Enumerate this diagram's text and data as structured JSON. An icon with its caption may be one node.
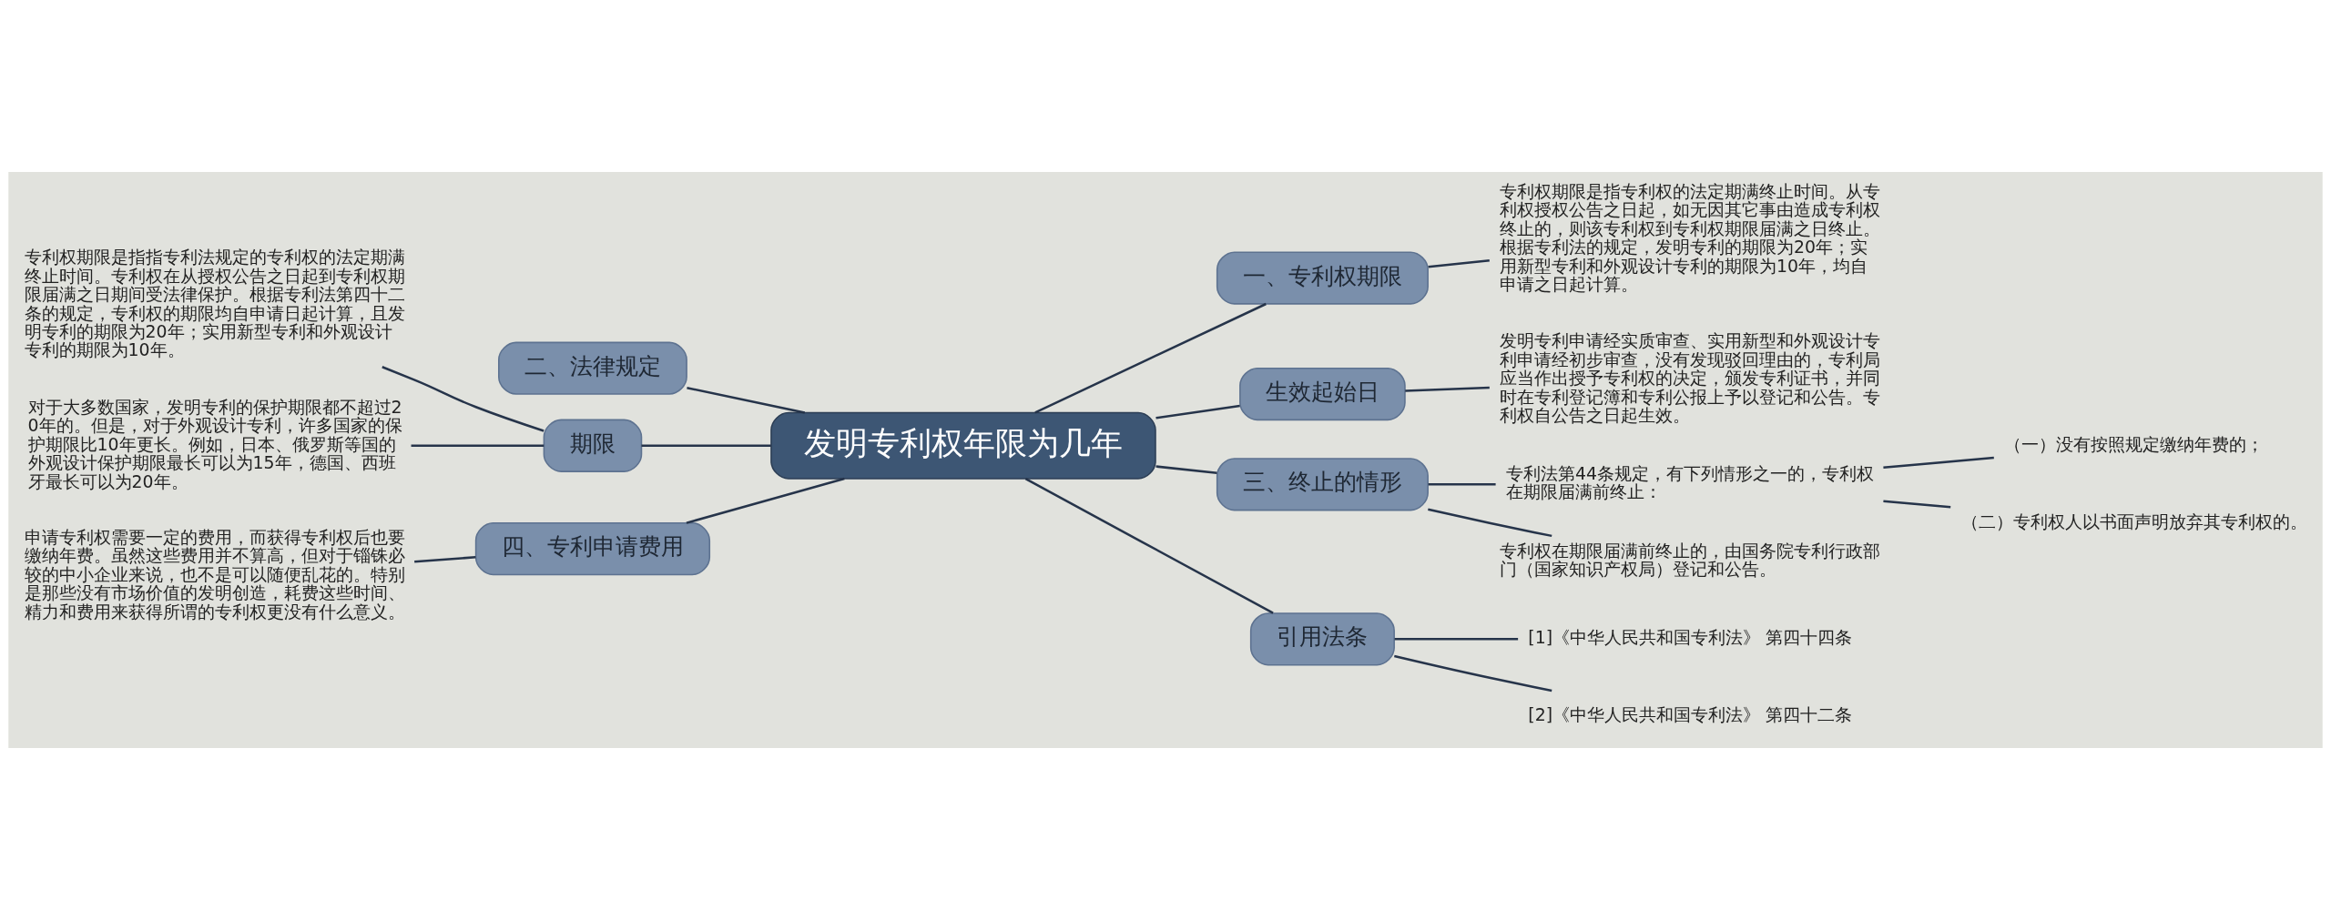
{
  "diagram": {
    "nodes": [
      {
        "text": [
          "发明专利权年限为几年"
        ]
      },
      {
        "text": [
          "一、专利权期限"
        ]
      },
      {
        "text": [
          "专利权期限是指专利权的法定期满终止时间。从专利权授权公告之日起，如无因其它事由造成专利权终止的，则该专利权到专利权期限届满之日终止。根据专利法的规定，发明专利的期限为20年；实用新型专利和外观设计专利的期限为10年，均自申请之日起计算。"
        ]
      },
      {
        "text": [
          "生效起始日"
        ]
      },
      {
        "text": [
          "发明专利申请经实质审查、实用新型和外观设计专利申请经初步审查，没有发现驳回理由的，专利局应当作出授予专利权的决定，颁发专利证书，并同时在专利登记簿和专利公报上予以登记和公告。专利权自公告之日起生效。"
        ]
      },
      {
        "text": [
          "三、终止的情形"
        ]
      },
      {
        "text": [
          "专利法第44条规定，有下列情形之一的，专利权在期限届满前终止："
        ]
      },
      {
        "text": [
          "（一）没有按照规定缴纳年费的；"
        ]
      },
      {
        "text": [
          "（二）专利权人以书面声明放弃其专利权的。"
        ]
      },
      {
        "text": [
          "专利权在期限届满前终止的，由国务院专利行政部门（国家知识产权局）登记和公告。"
        ]
      },
      {
        "text": [
          "引用法条"
        ]
      },
      {
        "text": [
          "[1]《中华人民共和国专利法》 第四十四条"
        ]
      },
      {
        "text": [
          "[2]《中华人民共和国专利法》 第四十二条"
        ]
      },
      {
        "text": [
          "二、法律规定"
        ]
      },
      {
        "text": [
          "期限"
        ]
      },
      {
        "text": [
          "专利权期限是指指专利法规定的专利权的法定期满终止时间。专利权在从授权公告之日起到专利权期限届满之日期间受法律保护。根据专利法第四十二条的规定，专利权的期限均自申请日起计算，且发明专利的期限为20年；实用新型专利和外观设计专利的期限为10年。"
        ]
      },
      {
        "text": [
          "对于大多数国家，发明专利的保护期限都不超过20年的。但是，对于外观设计专利，许多国家的保护期限比10年更长。例如，日本、俄罗斯等国的外观设计保护期限最长可以为15年，德国、西班牙最长可以为20年。"
        ]
      },
      {
        "text": [
          "四、专利申请费用"
        ]
      },
      {
        "text": [
          "申请专利权需要一定的费用，而获得专利权后也要缴纳年费。虽然这些费用并不算高，但对于锱铢必较的中小企业来说，也不是可以随便乱花的。特别是那些没有市场价值的发明创造，耗费这些时间、精力和费用来获得所谓的专利权更没有什么意义。"
        ]
      }
    ],
    "edges": [
      {
        "from": 0,
        "to": 1,
        "arrow": "none"
      },
      {
        "from": 1,
        "to": 2,
        "arrow": "none"
      },
      {
        "from": 0,
        "to": 3,
        "arrow": "none"
      },
      {
        "from": 3,
        "to": 4,
        "arrow": "none"
      },
      {
        "from": 0,
        "to": 5,
        "arrow": "none"
      },
      {
        "from": 5,
        "to": 6,
        "arrow": "none"
      },
      {
        "from": 6,
        "to": 7,
        "arrow": "none"
      },
      {
        "from": 6,
        "to": 8,
        "arrow": "none"
      },
      {
        "from": 5,
        "to": 9,
        "arrow": "none"
      },
      {
        "from": 0,
        "to": 10,
        "arrow": "none"
      },
      {
        "from": 10,
        "to": 11,
        "arrow": "none"
      },
      {
        "from": 10,
        "to": 12,
        "arrow": "none"
      },
      {
        "from": 0,
        "to": 13,
        "arrow": "none"
      },
      {
        "from": 0,
        "to": 14,
        "arrow": "none"
      },
      {
        "from": 14,
        "to": 15,
        "arrow": "none"
      },
      {
        "from": 14,
        "to": 16,
        "arrow": "none"
      },
      {
        "from": 0,
        "to": 17,
        "arrow": "none"
      },
      {
        "from": 17,
        "to": 18,
        "arrow": "none"
      }
    ]
  }
}
